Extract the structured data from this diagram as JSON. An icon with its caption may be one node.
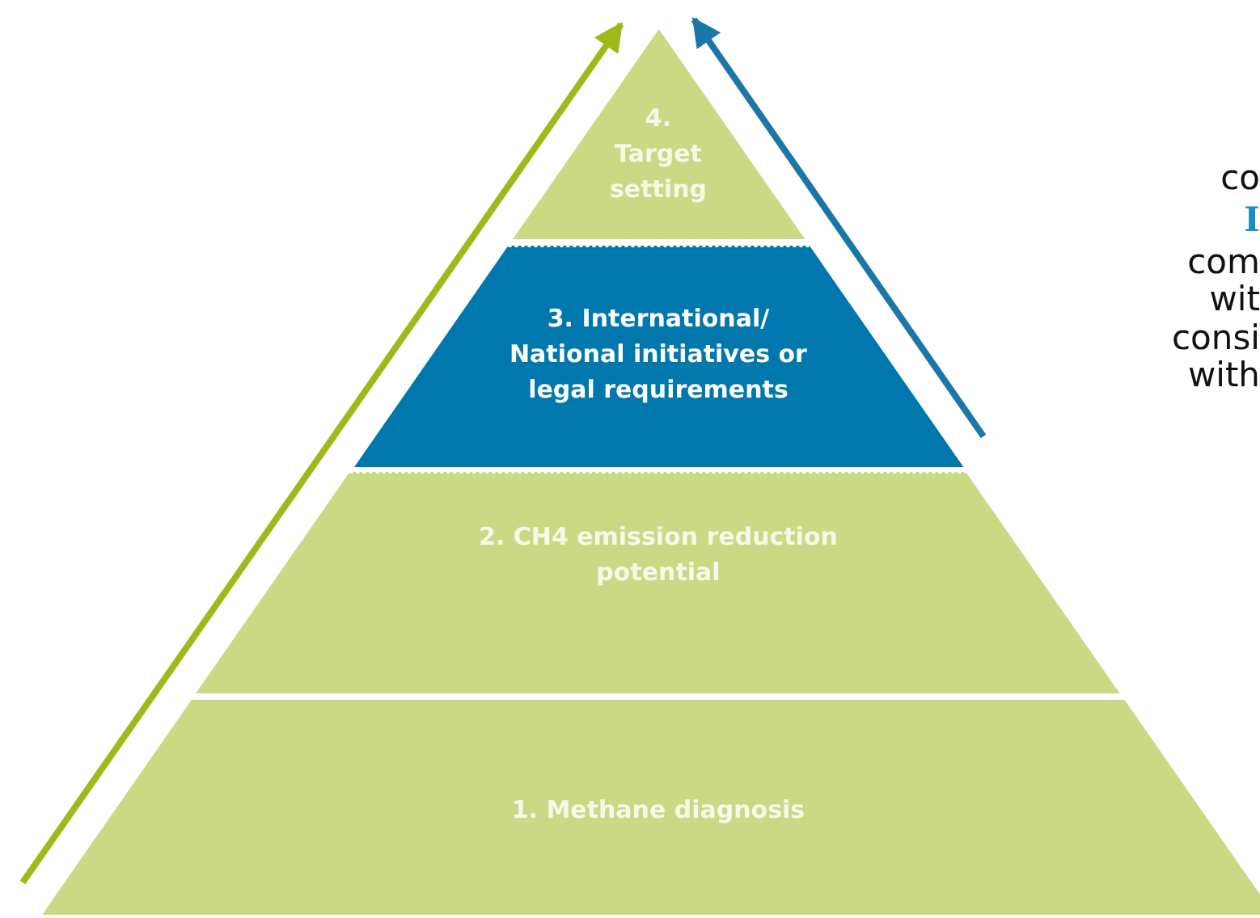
{
  "diagram": {
    "nodes": [
      {
        "text": [
          "4. Target setting"
        ]
      },
      {
        "text": [
          "3. International/ National initiatives or legal requirements"
        ]
      },
      {
        "text": [
          "2. CH4 emission reduction potential"
        ]
      },
      {
        "text": [
          "1. Methane diagnosis"
        ]
      }
    ],
    "labels": [
      "co",
      "I",
      "com",
      "wit",
      "consi",
      "with"
    ]
  }
}
